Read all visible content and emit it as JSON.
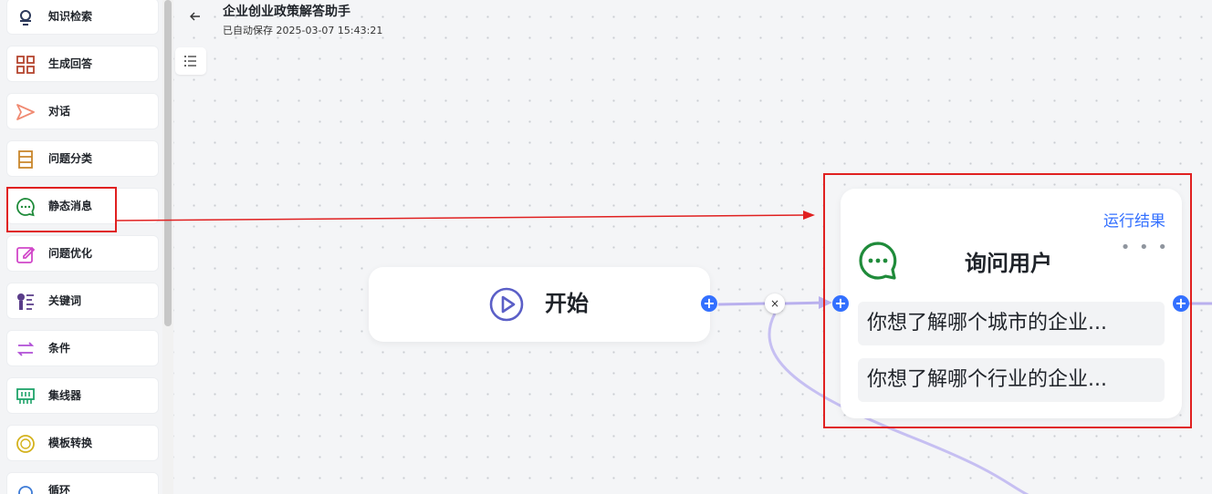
{
  "palette": {
    "items": [
      {
        "label": "知识检索",
        "icon": "knowledge-search-icon",
        "color": "#2d3a5c"
      },
      {
        "label": "生成回答",
        "icon": "generate-answer-icon",
        "color": "#b5452f"
      },
      {
        "label": "对话",
        "icon": "dialog-send-icon",
        "color": "#f08a72"
      },
      {
        "label": "问题分类",
        "icon": "question-classify-icon",
        "color": "#c9862b"
      },
      {
        "label": "静态消息",
        "icon": "static-message-icon",
        "color": "#1f8b3a"
      },
      {
        "label": "问题优化",
        "icon": "question-optimize-icon",
        "color": "#d147c9"
      },
      {
        "label": "关键词",
        "icon": "keyword-icon",
        "color": "#5a3d8a"
      },
      {
        "label": "条件",
        "icon": "condition-icon",
        "color": "#b04fd6"
      },
      {
        "label": "集线器",
        "icon": "hub-icon",
        "color": "#1fa36a"
      },
      {
        "label": "模板转换",
        "icon": "template-convert-icon",
        "color": "#d4b21d"
      },
      {
        "label": "循环",
        "icon": "loop-icon",
        "color": "#3d7bd6"
      }
    ]
  },
  "header": {
    "back_icon": "arrow-left-icon",
    "title": "企业创业政策解答助手",
    "subtitle": "已自动保存 2025-03-07 15:43:21",
    "list_icon": "list-icon"
  },
  "nodes": {
    "start": {
      "label": "开始",
      "icon": "play-circle-icon",
      "color": "#5b5fc7"
    },
    "ask": {
      "run_result": "运行结果",
      "title": "询问用户",
      "icon": "chat-bubble-icon",
      "more": "• • •",
      "questions": [
        "你想了解哪个城市的企业...",
        "你想了解哪个行业的企业..."
      ]
    }
  },
  "edge": {
    "delete_label": "×",
    "port_label": "+"
  },
  "colors": {
    "accent": "#3370ff",
    "annotation": "#e02020",
    "edge": "#b9b0ee"
  }
}
